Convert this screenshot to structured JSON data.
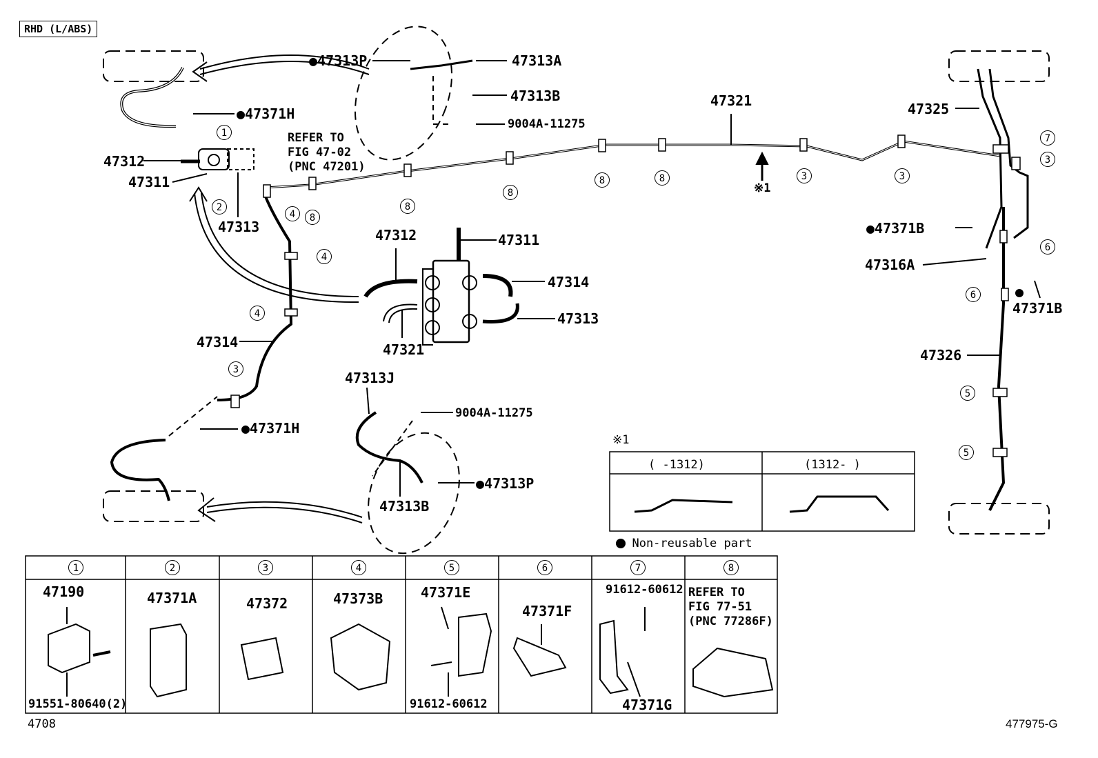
{
  "header": {
    "variant": "RHD (L/ABS)"
  },
  "labels": {
    "l_47313P_top": "●47313P",
    "l_47313A": "47313A",
    "l_47313B_top": "47313B",
    "l_9004A_top": "9004A-11275",
    "l_47371H_top": "●47371H",
    "l_refer_1": "REFER TO",
    "l_refer_2": "FIG 47-02",
    "l_refer_3": "(PNC 47201)",
    "l_47312_top": "47312",
    "l_47311_top": "47311",
    "l_47313_top": "47313",
    "l_47321_top": "47321",
    "l_note1": "※1",
    "l_47325": "47325",
    "l_47371B_a": "●47371B",
    "l_47316A": "47316A",
    "l_47371B_b": "47371B",
    "l_47326": "47326",
    "l_47312_mid": "47312",
    "l_47311_mid": "47311",
    "l_47314_mid": "47314",
    "l_47313_mid": "47313",
    "l_47321_mid": "47321",
    "l_47314_left": "47314",
    "l_47313J": "47313J",
    "l_9004A_bot": "9004A-11275",
    "l_47371H_bot": "●47371H",
    "l_47313P_bot": "●47313P",
    "l_47313B_bot": "47313B",
    "inset_title": "※1",
    "inset_left": "(    -1312)",
    "inset_right": "(1312-    )",
    "legend_nonreusable": "● Non-reusable part",
    "footer_left": "4708",
    "footer_right": "477975-G"
  },
  "callouts": [
    "1",
    "2",
    "3",
    "4",
    "5",
    "6",
    "7",
    "8"
  ],
  "table": {
    "cells": [
      {
        "num": "1",
        "top": "47190",
        "bottom": "91551-80640(2)"
      },
      {
        "num": "2",
        "top": "47371A",
        "bottom": ""
      },
      {
        "num": "3",
        "top": "47372",
        "bottom": ""
      },
      {
        "num": "4",
        "top": "47373B",
        "bottom": ""
      },
      {
        "num": "5",
        "top": "47371E",
        "bottom": "91612-60612"
      },
      {
        "num": "6",
        "top": "47371F",
        "bottom": ""
      },
      {
        "num": "7",
        "top": "91612-60612",
        "bottom": "47371G"
      },
      {
        "num": "8",
        "top": "REFER TO",
        "top2": "FIG 77-51",
        "top3": "(PNC 77286F)",
        "bottom": ""
      }
    ]
  }
}
